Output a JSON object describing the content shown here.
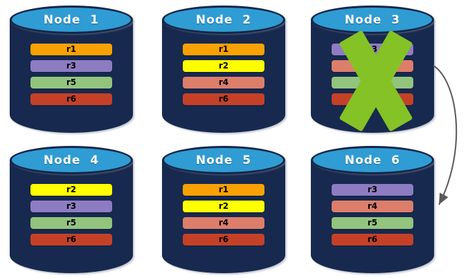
{
  "palette": {
    "background": "#FFFFFF",
    "cylinder_body": "#17294E",
    "cylinder_top": "#2F9CD4",
    "cylinder_outline": "#152647",
    "node_label_color": "#FFFFFF",
    "replica_label_color": "#000000",
    "failure_x": "#84C226",
    "arrow": "#595959"
  },
  "replica_colors": {
    "r1": "#F9A100",
    "r2": "#FFFF00",
    "r3": "#8E7CC3",
    "r4": "#DD7E6B",
    "r5": "#93C47D",
    "r6": "#C44128"
  },
  "nodes": [
    {
      "label": "Node  1",
      "failed": false,
      "replicas": [
        {
          "id": "r1",
          "color": "#F9A100"
        },
        {
          "id": "r3",
          "color": "#8E7CC3"
        },
        {
          "id": "r5",
          "color": "#93C47D"
        },
        {
          "id": "r6",
          "color": "#C44128"
        }
      ]
    },
    {
      "label": "Node  2",
      "failed": false,
      "replicas": [
        {
          "id": "r1",
          "color": "#F9A100"
        },
        {
          "id": "r2",
          "color": "#FFFF00"
        },
        {
          "id": "r4",
          "color": "#DD7E6B"
        },
        {
          "id": "r6",
          "color": "#C44128"
        }
      ]
    },
    {
      "label": "Node  3",
      "failed": true,
      "replicas": [
        {
          "id": "r3",
          "color": "#8E7CC3"
        },
        {
          "id": "r4",
          "color": "#DD7E6B"
        },
        {
          "id": "r5",
          "color": "#93C47D"
        },
        {
          "id": "r6",
          "color": "#C44128"
        }
      ]
    },
    {
      "label": "Node  4",
      "failed": false,
      "replicas": [
        {
          "id": "r2",
          "color": "#FFFF00"
        },
        {
          "id": "r3",
          "color": "#8E7CC3"
        },
        {
          "id": "r5",
          "color": "#93C47D"
        },
        {
          "id": "r6",
          "color": "#C44128"
        }
      ]
    },
    {
      "label": "Node  5",
      "failed": false,
      "replicas": [
        {
          "id": "r1",
          "color": "#F9A100"
        },
        {
          "id": "r2",
          "color": "#FFFF00"
        },
        {
          "id": "r4",
          "color": "#DD7E6B"
        },
        {
          "id": "r6",
          "color": "#C44128"
        }
      ]
    },
    {
      "label": "Node  6",
      "failed": false,
      "replicas": [
        {
          "id": "r3",
          "color": "#8E7CC3"
        },
        {
          "id": "r4",
          "color": "#DD7E6B"
        },
        {
          "id": "r5",
          "color": "#93C47D"
        },
        {
          "id": "r6",
          "color": "#C44128"
        }
      ]
    }
  ],
  "failure": {
    "node": "Node 3",
    "mark": "X"
  },
  "arrow": {
    "from": "Node 3",
    "to": "Node 6"
  }
}
